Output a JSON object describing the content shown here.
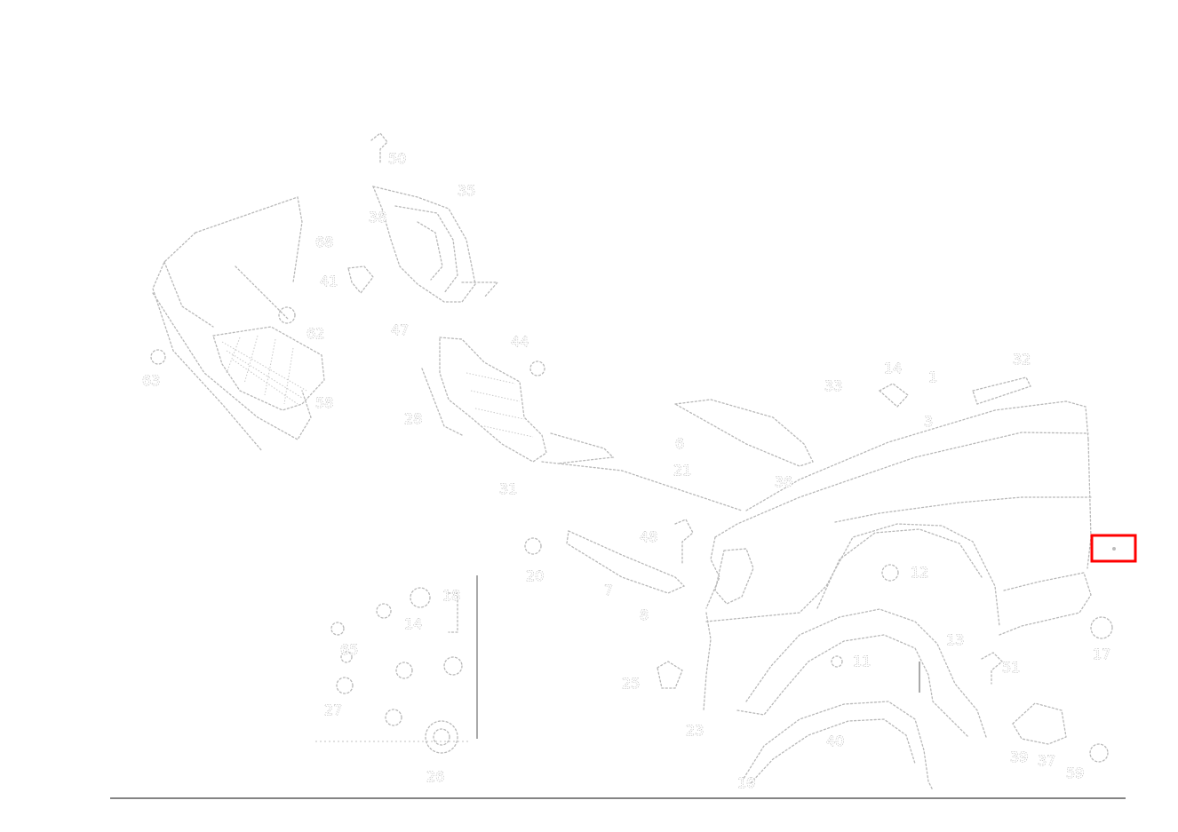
{
  "colors": {
    "background": "#ffffff",
    "linework": "#b8b8b8",
    "rule": "#3a3a3a",
    "highlight": "#ff0000"
  },
  "callouts": {
    "c_50": "50",
    "c_35": "35",
    "c_38": "38",
    "c_68": "68",
    "c_41": "41",
    "c_62": "62",
    "c_63": "63",
    "c_58": "58",
    "c_47": "47",
    "c_44": "44",
    "c_28": "28",
    "c_31": "31",
    "c_32": "32",
    "c_33": "33",
    "c_14a": "14",
    "c_1": "1",
    "c_3": "3",
    "c_6": "6",
    "c_21": "21",
    "c_36": "36",
    "c_48": "48",
    "c_20": "20",
    "c_7": "7",
    "c_8": "8",
    "c_25": "25",
    "c_23": "23",
    "c_17": "17",
    "c_12": "12",
    "c_13": "13",
    "c_18": "18",
    "c_14b": "14",
    "c_26": "26",
    "c_27": "27",
    "c_65": "65",
    "c_40": "40",
    "c_39": "39",
    "c_37": "37",
    "c_59": "59",
    "c_10": "10",
    "c_11": "11",
    "c_51": "51"
  }
}
